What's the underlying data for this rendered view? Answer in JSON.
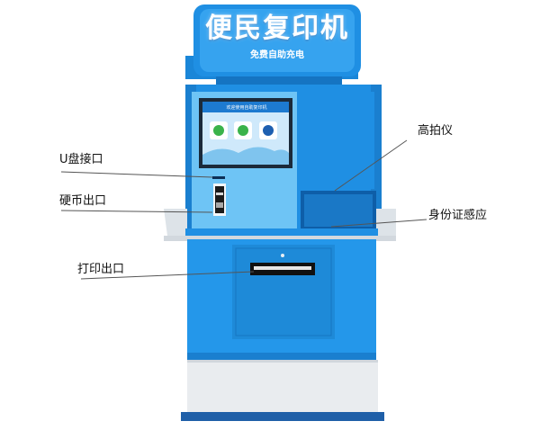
{
  "kiosk": {
    "sign_title": "便民复印机",
    "sign_subtitle": "免费自助充电"
  },
  "screen": {
    "title": "欢迎使用自助复印机",
    "buttons": [
      "",
      "",
      ""
    ]
  },
  "callouts": {
    "usb_port": "U盘接口",
    "coin_return": "硬币出口",
    "print_output": "打印出口",
    "document_camera": "高拍仪",
    "id_card_reader": "身份证感应"
  },
  "colors": {
    "body_blue": "#1f8fe3",
    "light_blue": "#6ec4f5",
    "base_gray": "#e9ecef",
    "dark_base": "#1f5fa8"
  }
}
